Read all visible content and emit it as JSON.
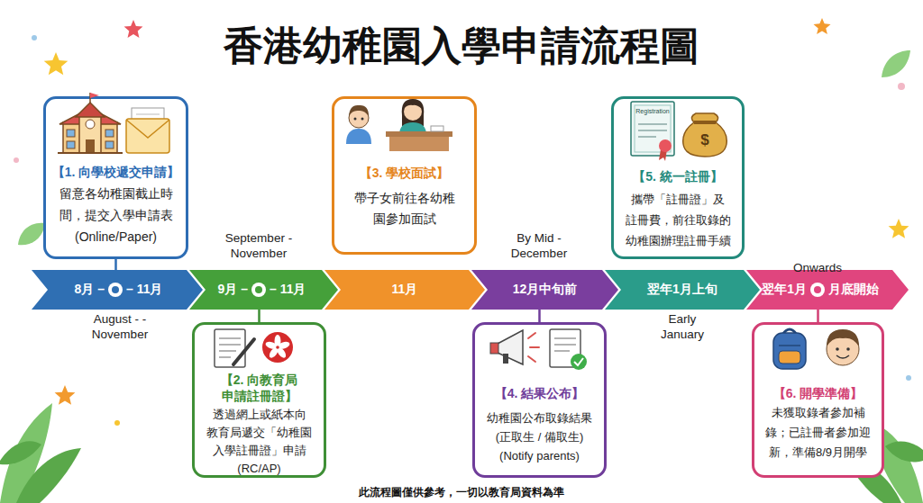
{
  "diagram": {
    "title": "香港幼稚園入學申請流程圖",
    "caption": "此流程圖僅供參考，一切以教育局資料為準",
    "nodes": [
      {
        "text": [
          "【1. 向學校遞交申請】",
          "留意各幼稚園截止時 間，提交入學申請表 (Online/Paper)"
        ]
      },
      {
        "text": [
          "【2. 向教育局 申請註冊證】",
          "透過網上或紙本向 教育局遞交「幼稚園 入學註冊證」申請 (RC/AP)"
        ]
      },
      {
        "text": [
          "【3. 學校面試】",
          "帶子女前往各幼稚 園參加面試"
        ]
      },
      {
        "text": [
          "【4. 結果公布】",
          "幼稚園公布取錄結果 (正取生 / 備取生) (Notify parents)"
        ]
      },
      {
        "text": [
          "【5. 統一註冊】",
          "攜帶「註冊證」及 註冊費，前往取錄的 幼稚園辦理註冊手續"
        ]
      },
      {
        "text": [
          "【6. 開學準備】",
          "未獲取錄者參加補 錄；已註冊者參加迎 新，準備8/9月開學"
        ]
      },
      {
        "text": [
          "8月 –",
          "– 11月"
        ]
      },
      {
        "text": [
          "9月 –",
          "– 11月"
        ]
      },
      {
        "text": [
          "11月"
        ]
      },
      {
        "text": [
          "12月中旬前"
        ]
      },
      {
        "text": [
          "翌年1月上旬"
        ]
      },
      {
        "text": [
          "翌年1月",
          "月底開始"
        ]
      }
    ],
    "edges": [
      {
        "from": 0,
        "to": 6,
        "arrow": "none"
      },
      {
        "from": 1,
        "to": 7,
        "arrow": "none"
      },
      {
        "from": 3,
        "to": 9,
        "arrow": "none"
      },
      {
        "from": 5,
        "to": 11,
        "arrow": "none"
      }
    ],
    "labels": [
      "August - - November",
      "September - November",
      "By Mid - December",
      "Early January",
      "Onwards",
      "Registration",
      "$"
    ]
  }
}
